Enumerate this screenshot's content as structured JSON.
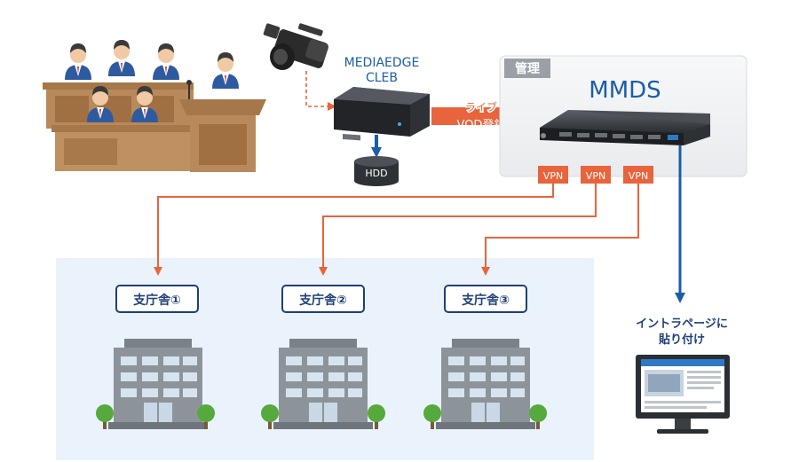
{
  "encoder": {
    "name_line1": "MEDIAEDGE",
    "name_line2": "CLEB"
  },
  "storage": {
    "label": "HDD"
  },
  "stream_label": {
    "line1": "ライブ",
    "line2": "VOD登録"
  },
  "server": {
    "badge": "管理",
    "name": "MMDS"
  },
  "vpn_labels": [
    "VPN",
    "VPN",
    "VPN"
  ],
  "branches": [
    {
      "label": "支庁舎①"
    },
    {
      "label": "支庁舎②"
    },
    {
      "label": "支庁舎③"
    }
  ],
  "intranet": {
    "line1": "イントラページに",
    "line2": "貼り付け"
  },
  "colors": {
    "orange": "#e8643c",
    "blue": "#1a5ea8",
    "navy": "#1f3f78",
    "wood": "#b8895a",
    "wood_dark": "#8c6238",
    "branch_area": "#eaf3fb",
    "building": "#8d9499",
    "tree": "#56a93c"
  }
}
